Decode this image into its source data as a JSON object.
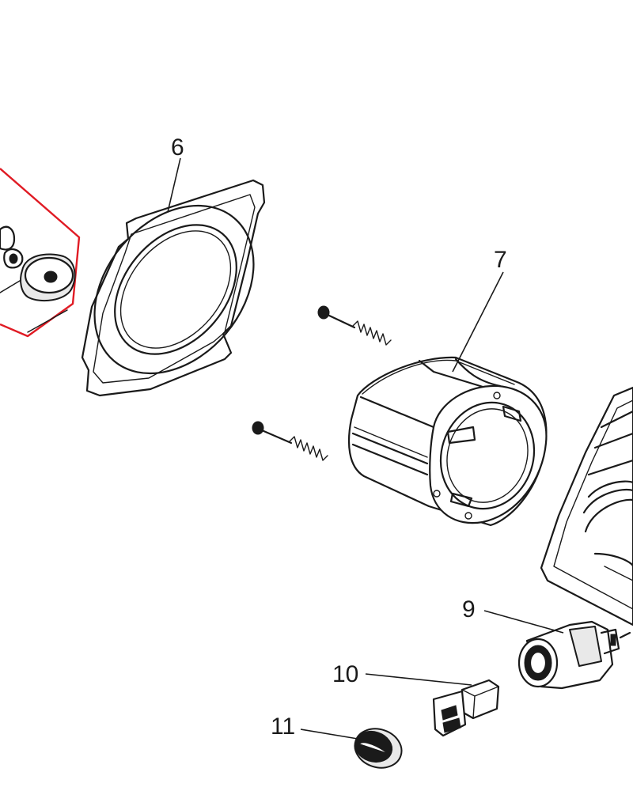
{
  "diagram": {
    "callouts": {
      "part6": "6",
      "part7": "7",
      "part9": "9",
      "part10": "10",
      "part11": "11"
    },
    "colors": {
      "line": "#1a1a1a",
      "highlight": "#e01b24",
      "background": "#ffffff"
    }
  }
}
